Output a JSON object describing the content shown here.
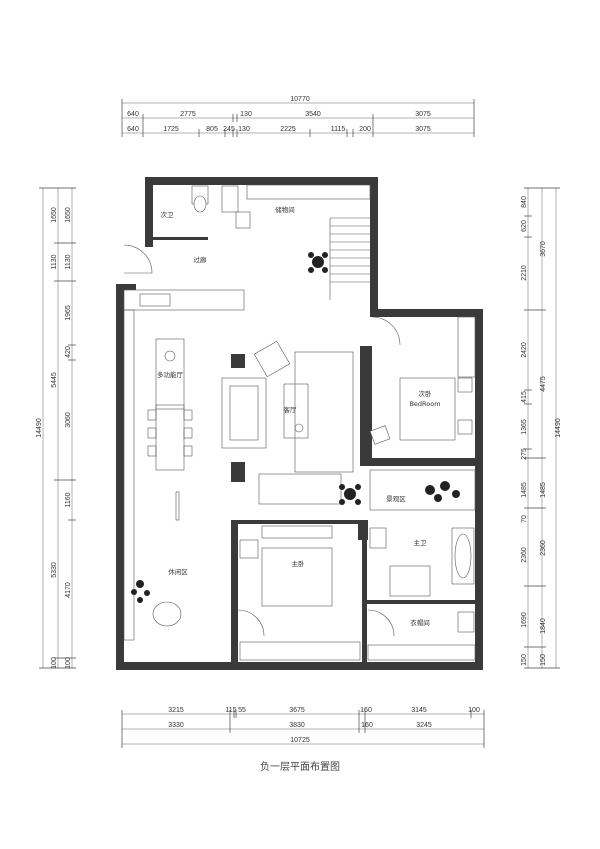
{
  "title": "负一层平面布置图",
  "top_dims": {
    "total": "10770",
    "row2": [
      "640",
      "2775",
      "130",
      "3540",
      "3075"
    ],
    "row3": [
      "640",
      "1725",
      "805",
      "245",
      "130",
      "2225",
      "1115",
      "200",
      "3075"
    ]
  },
  "bottom_dims": {
    "row1": [
      "3215",
      "115",
      "55",
      "3675",
      "160",
      "3145",
      "100"
    ],
    "row2": [
      "3330",
      "3830",
      "160",
      "3245"
    ],
    "total": "10725"
  },
  "left_dims": {
    "total": "14490",
    "outer": [
      "1650",
      "1130",
      "5445",
      "5330",
      "100"
    ],
    "inner": [
      "1650",
      "1130",
      "1965",
      "420",
      "3060",
      "1160",
      "4170",
      "100"
    ]
  },
  "right_dims": {
    "total": "14490",
    "outer": [
      "3670",
      "4475",
      "1485",
      "2360",
      "1840",
      "150"
    ],
    "inner": [
      "840",
      "620",
      "2210",
      "2420",
      "415",
      "1365",
      "275",
      "1485",
      "70",
      "2360",
      "1690",
      "150"
    ]
  },
  "rooms": {
    "second_bath": "次卫",
    "storage": "储物间",
    "corridor": "过廊",
    "multi_room": "多功能厅",
    "living": "客厅",
    "second_bed": "次卧",
    "second_bed_en": "BedRoom",
    "scenery": "景观区",
    "leisure": "休闲区",
    "master_bed": "主卧",
    "master_bath": "主卫",
    "closet": "衣帽间"
  },
  "colors": {
    "wall": "#3a3a3a",
    "line": "#555555",
    "background": "#ffffff"
  }
}
